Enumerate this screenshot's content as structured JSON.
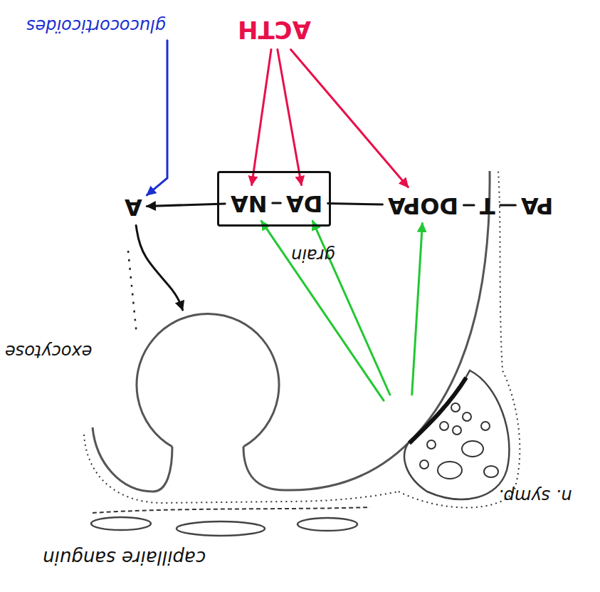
{
  "diagram": {
    "nodes": [
      {
        "text": [
          "ACTH"
        ]
      },
      {
        "text": [
          "glucocorticoïdes"
        ]
      },
      {
        "text": [
          "PA"
        ]
      },
      {
        "text": [
          "T"
        ]
      },
      {
        "text": [
          "DOPA"
        ]
      },
      {
        "text": [
          "grain"
        ]
      },
      {
        "text": [
          "DA"
        ],
        "in": 5
      },
      {
        "text": [
          "NA"
        ],
        "in": 5
      },
      {
        "text": [
          "A"
        ]
      },
      {
        "text": [
          "n. symp."
        ]
      },
      {
        "text": [
          "exocytose"
        ]
      }
    ],
    "edges": [
      {
        "from": 2,
        "to": 3,
        "arrow": "none"
      },
      {
        "from": 3,
        "to": 4,
        "arrow": "none"
      },
      {
        "from": 4,
        "to": 6,
        "arrow": "none"
      },
      {
        "from": 6,
        "to": 7,
        "arrow": "none"
      },
      {
        "from": 7,
        "to": 8,
        "arrow": "to"
      },
      {
        "from": 0,
        "to": 7,
        "arrow": "to"
      },
      {
        "from": 0,
        "to": 6,
        "arrow": "to"
      },
      {
        "from": 0,
        "to": 4,
        "arrow": "to"
      },
      {
        "from": 1,
        "to": 8,
        "arrow": "to"
      },
      {
        "from": 9,
        "to": 7,
        "arrow": "to"
      },
      {
        "from": 9,
        "to": 6,
        "arrow": "to"
      },
      {
        "from": 9,
        "to": 4,
        "arrow": "to"
      },
      {
        "from": 8,
        "to": 10,
        "arrow": "to"
      }
    ],
    "labels": [
      "capillaire sanguin"
    ]
  }
}
